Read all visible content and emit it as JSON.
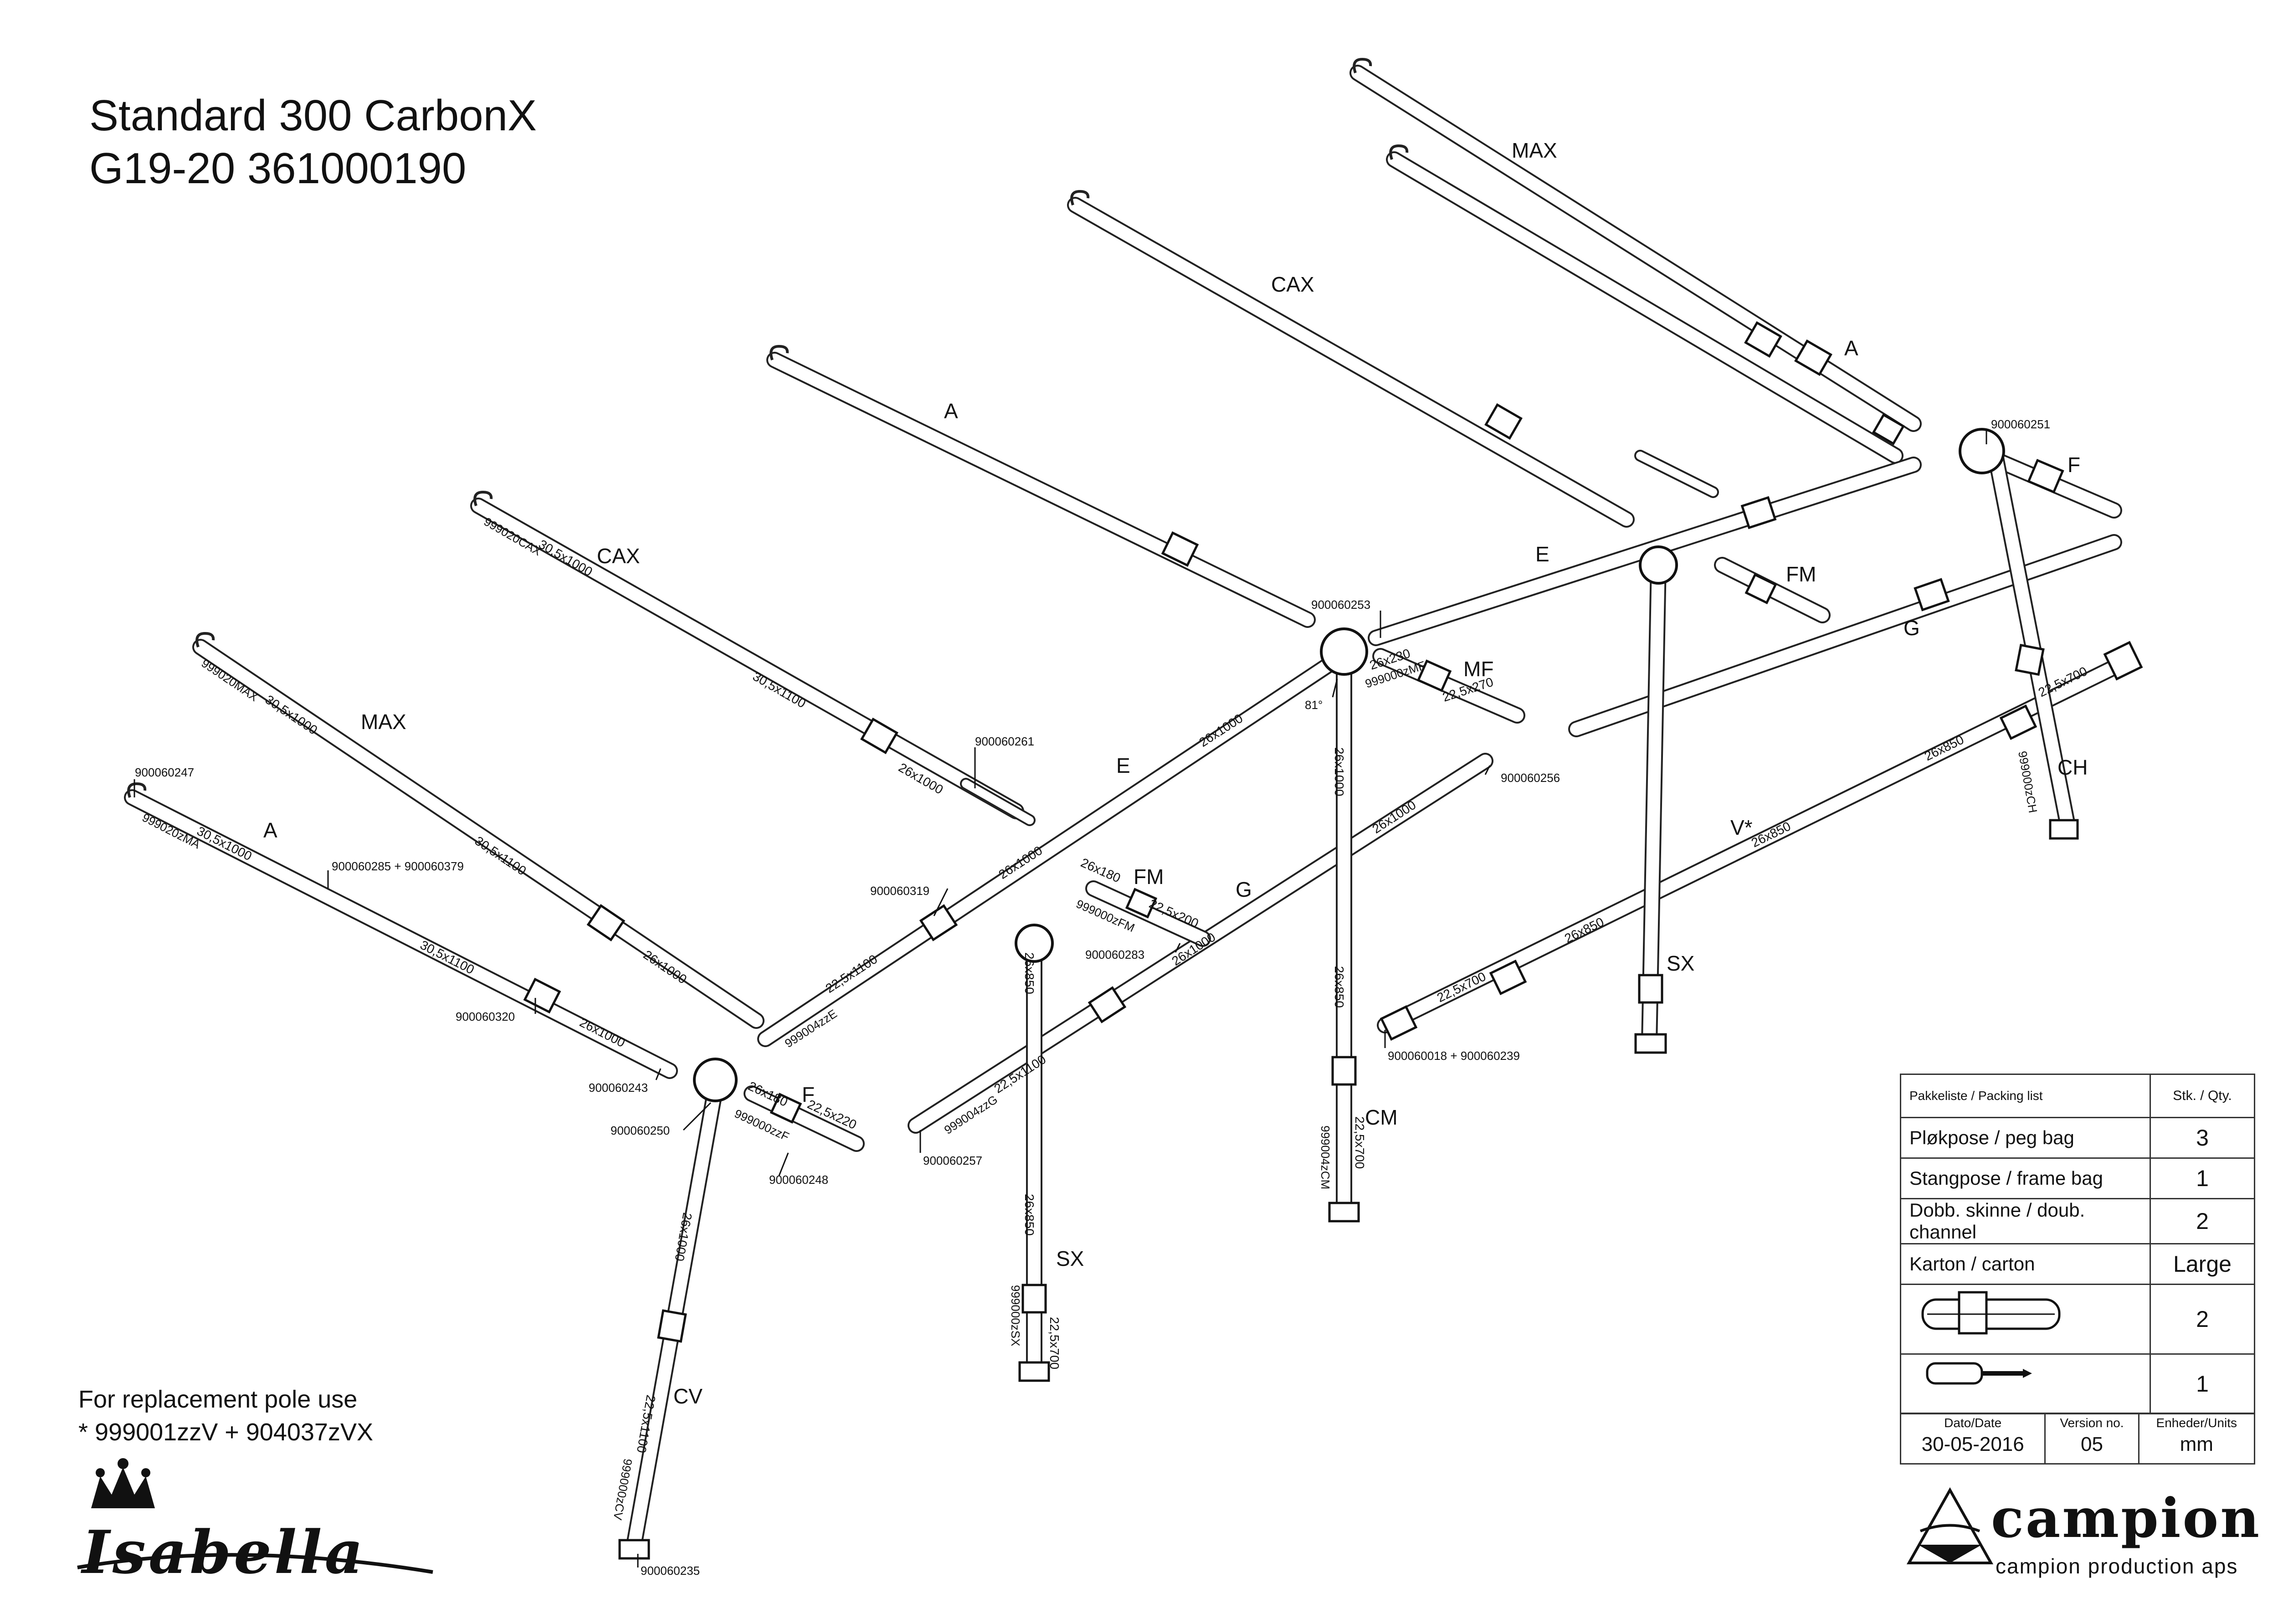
{
  "title": {
    "line1": "Standard 300 CarbonX",
    "line2": "G19-20 361000190"
  },
  "replacement": {
    "line1": "For replacement pole use",
    "line2": "* 999001zzV + 904037zVX"
  },
  "pole_labels": {
    "max_back": "MAX",
    "cax_back": "CAX",
    "a_back": "A",
    "a_mid": "A",
    "cax_front": "CAX",
    "max_front": "MAX",
    "a_front": "A",
    "e_front": "E",
    "e_back": "E",
    "f_back": "F",
    "f_front": "F",
    "fm_back": "FM",
    "fm_front": "FM",
    "mf": "MF",
    "g_back": "G",
    "g_front": "G",
    "ch": "CH",
    "v": "V*",
    "sx_back": "SX",
    "sx_front": "SX",
    "cm": "CM",
    "cv": "CV"
  },
  "part_numbers": {
    "p251": "900060251",
    "p253": "900060253",
    "p261": "900060261",
    "p247": "900060247",
    "p285": "900060285 + 900060379",
    "p319": "900060319",
    "p320": "900060320",
    "p243": "900060243",
    "p250": "900060250",
    "p248": "900060248",
    "p283": "900060283",
    "p257": "900060257",
    "p256": "900060256",
    "p018": "900060018 + 900060239",
    "p235": "900060235",
    "angle": "81°"
  },
  "pole_codes": {
    "cax": "999020CAX",
    "max": "999020MAX",
    "ma": "999020zMA",
    "zze": "999004zzE",
    "zzf": "999000zzF",
    "zfm": "999000zFM",
    "zmf": "999000zMF",
    "zzg": "999004zzG",
    "zsx": "999000zSX",
    "zcm": "999004zCM",
    "zcv": "999000zCV",
    "zch": "999000zCH"
  },
  "dimensions": {
    "d_30_1000_cax": "30,5x1000",
    "d_30_1100_cax": "30,5x1100",
    "d_26_1000_cax": "26x1000",
    "d_30_1000_max": "30,5x1000",
    "d_30_1100_max": "30,5x1100",
    "d_26_1000_max": "26x1000",
    "d_30_1000_a": "30,5x1000",
    "d_30_1100_a": "30,5x1100",
    "d_26_1000_a": "26x1000",
    "d_22_1100_e": "22,5x1100",
    "d_26_1000_e": "26x1000",
    "d_26_1000_e2": "26x1000",
    "d_26_180_f": "26x180",
    "d_22_220_f": "22,5x220",
    "d_26_180_fm": "26x180",
    "d_22_200_fm": "22,5x200",
    "d_26_230_mf": "26x230",
    "d_22_270_mf": "22,5x270",
    "d_26_1000_cv": "26x1000",
    "d_22_1100_cv": "22,5x1100",
    "d_26_850_sx": "26x850",
    "d_26_850_sx2": "26x850",
    "d_22_700_sx": "22,5x700",
    "d_22_1100_g": "22,5x1100",
    "d_26_1000_g": "26x1000",
    "d_26_1000_g2": "26x1000",
    "d_26_1000_cm": "26x1000",
    "d_26_850_cm": "26x850",
    "d_22_700_cm": "22,5x700",
    "d_22_700_v": "22,5x700",
    "d_26_850_v1": "26x850",
    "d_26_850_v2": "26x850",
    "d_26_850_v3": "26x850",
    "d_22_700_ch": "22,5x700"
  },
  "packing_list": {
    "header_left": "Pakkeliste / Packing list",
    "header_right": "Stk. / Qty.",
    "rows": [
      {
        "label": "Pløkpose / peg bag",
        "qty": "3"
      },
      {
        "label": "Stangpose / frame bag",
        "qty": "1"
      },
      {
        "label": "Dobb. skinne / doub. channel",
        "qty": "2"
      },
      {
        "label": "Karton / carton",
        "qty": "Large"
      }
    ],
    "clamp_qty": "2",
    "screwdriver_qty": "1"
  },
  "meta": {
    "date_label": "Dato/Date",
    "date_value": "30-05-2016",
    "version_label": "Version no.",
    "version_value": "05",
    "units_label": "Enheder/Units",
    "units_value": "mm"
  },
  "brand": {
    "name": "campion",
    "sub": "campion production aps",
    "isabella": "Isabella"
  },
  "icons": {
    "crown": "crown-icon",
    "campion_logo": "campion-triangle-icon",
    "clamp": "pole-clamp-icon",
    "screwdriver": "screwdriver-icon"
  }
}
